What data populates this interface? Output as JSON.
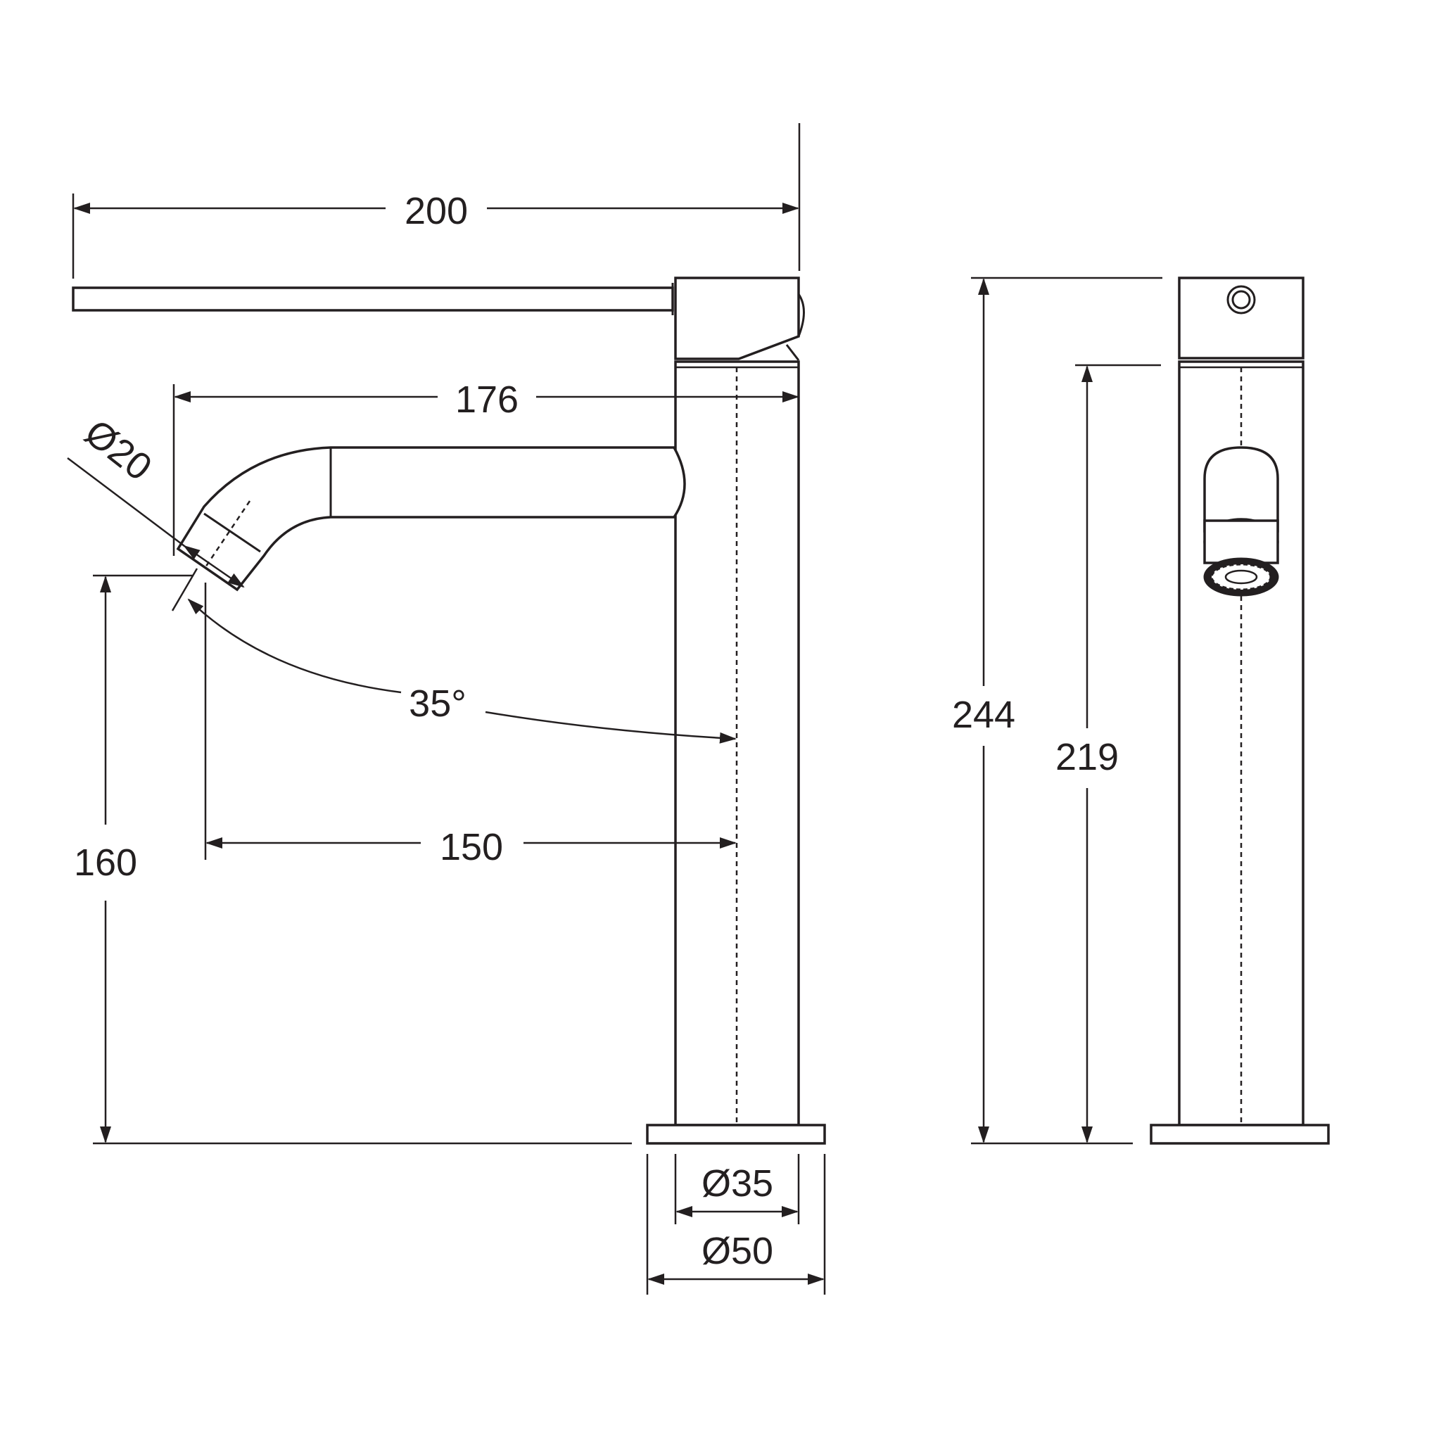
{
  "dimensions": {
    "overall_length": "200",
    "spout_reach": "176",
    "outlet_diameter": "Ø20",
    "spout_angle": "35°",
    "outlet_offset": "150",
    "spout_height": "160",
    "overall_height": "244",
    "body_height": "219",
    "body_diameter": "Ø35",
    "base_diameter": "Ø50"
  },
  "colors": {
    "line": "#231f20",
    "background": "#ffffff"
  }
}
